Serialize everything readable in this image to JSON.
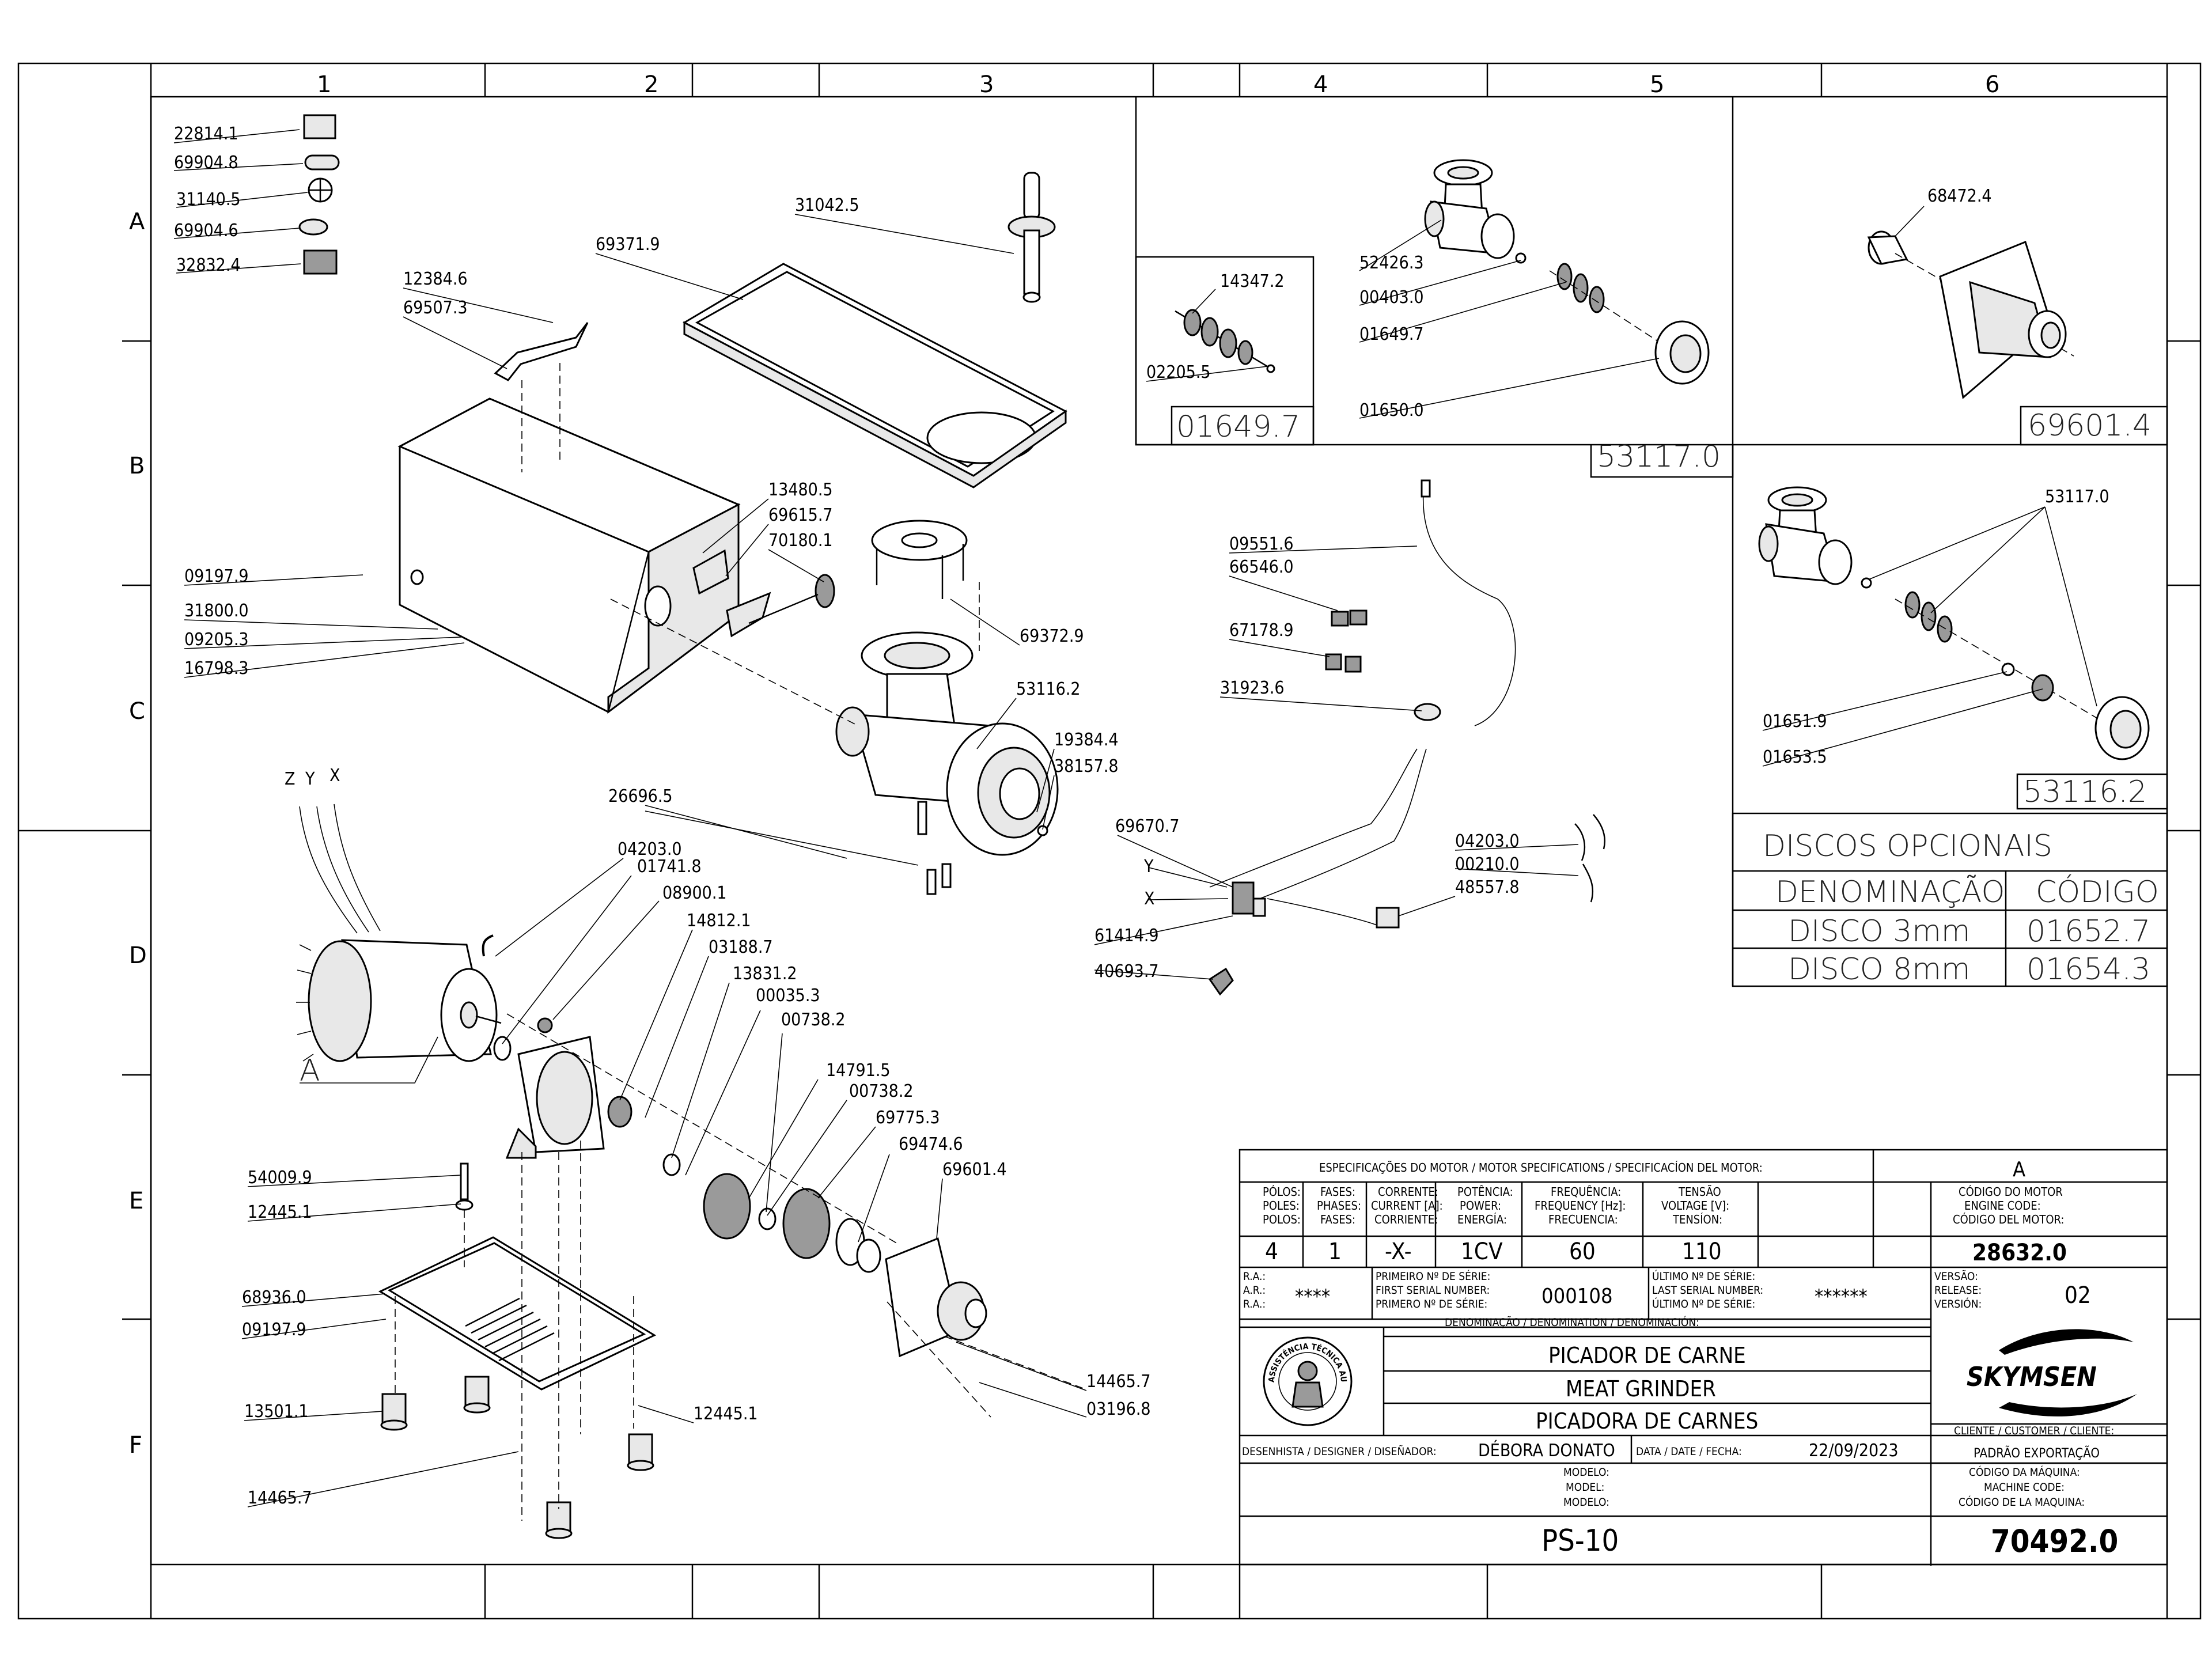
{
  "zones": {
    "cols": [
      "1",
      "2",
      "3",
      "4",
      "5",
      "6"
    ],
    "rows": [
      "A",
      "B",
      "C",
      "D",
      "E",
      "F"
    ]
  },
  "callouts": {
    "c22814_1": "22814.1",
    "c69904_8": "69904.8",
    "c31140_5": "31140.5",
    "c69904_6": "69904.6",
    "c32832_4": "32832.4",
    "c12384_6": "12384.6",
    "c69507_3": "69507.3",
    "c69371_9": "69371.9",
    "c31042_5": "31042.5",
    "c13480_5": "13480.5",
    "c69615_7": "69615.7",
    "c70180_1": "70180.1",
    "c69372_9": "69372.9",
    "c09197_9a": "09197.9",
    "c31800_0": "31800.0",
    "c09205_3": "09205.3",
    "c16798_3": "16798.3",
    "c53116_2": "53116.2",
    "c19384_4": "19384.4",
    "c38157_8": "38157.8",
    "c26696_5": "26696.5",
    "c04203_0a": "04203.0",
    "c01741_8": "01741.8",
    "c08900_1": "08900.1",
    "c14812_1": "14812.1",
    "c03188_7": "03188.7",
    "c13831_2": "13831.2",
    "c00035_3": "00035.3",
    "c00738_2a": "00738.2",
    "c14791_5": "14791.5",
    "c00738_2b": "00738.2",
    "c69775_3": "69775.3",
    "c69474_6": "69474.6",
    "c69601_4a": "69601.4",
    "c54009_9": "54009.9",
    "c12445_1a": "12445.1",
    "c68936_0": "68936.0",
    "c09197_9b": "09197.9",
    "c13501_1": "13501.1",
    "c12445_1b": "12445.1",
    "c14465_7a": "14465.7",
    "c14465_7b": "14465.7",
    "c03196_8": "03196.8",
    "c14347_2": "14347.2",
    "c02205_5": "02205.5",
    "c52426_3": "52426.3",
    "c00403_0": "00403.0",
    "c01649_7": "01649.7",
    "c01650_0": "01650.0",
    "c68472_4": "68472.4",
    "c53117_0b": "53117.0",
    "c01651_9": "01651.9",
    "c01653_5": "01653.5",
    "c09551_6": "09551.6",
    "c66546_0": "66546.0",
    "c67178_9": "67178.9",
    "c31923_6": "31923.6",
    "c69670_7": "69670.7",
    "c04203_0b": "04203.0",
    "c00210_0": "00210.0",
    "c48557_8": "48557.8",
    "c61414_9": "61414.9",
    "c40693_7": "40693.7",
    "wire_z": "Z",
    "wire_y": "Y",
    "wire_x": "X",
    "wire_y2": "Y",
    "wire_x2": "X",
    "motor_a": "A"
  },
  "detail_boxes": {
    "b01649_7": "01649.7",
    "b53117_0": "53117.0",
    "b69601_4": "69601.4",
    "b53116_2": "53116.2"
  },
  "optional_discs": {
    "title": "DISCOS OPCIONAIS",
    "col_name": "DENOMINAÇÃO",
    "col_code": "CÓDIGO",
    "rows": [
      {
        "name": "DISCO 3mm",
        "code": "01652.7"
      },
      {
        "name": "DISCO 8mm",
        "code": "01654.3"
      }
    ]
  },
  "title_block": {
    "motor_spec_header": "ESPECIFICAÇÕES DO MOTOR / MOTOR SPECIFICATIONS / SPECIFICACÍON DEL MOTOR:",
    "rev_letter": "A",
    "poles_h": [
      "PÓLOS:",
      "POLES:",
      "POLOS:"
    ],
    "phases_h": [
      "FASES:",
      "PHASES:",
      "FASES:"
    ],
    "current_h": [
      "CORRENTE:",
      "CURRENT [A]:",
      "CORRIENTE:"
    ],
    "power_h": [
      "POTÊNCIA:",
      "POWER:",
      "ENERGÍA:"
    ],
    "freq_h": [
      "FREQUÊNCIA:",
      "FREQUENCY [Hz]:",
      "FRECUENCIA:"
    ],
    "volt_h": [
      "TENSÃO",
      "VOLTAGE [V]:",
      "TENSÍON:"
    ],
    "engine_h": [
      "CÓDIGO DO MOTOR",
      "ENGINE CODE:",
      "CÓDIGO DEL MOTOR:"
    ],
    "poles": "4",
    "phases": "1",
    "current": "-X-",
    "power": "1CV",
    "freq": "60",
    "volt": "110",
    "engine_code": "28632.0",
    "ra_h": [
      "R.A.:",
      "A.R.:",
      "R.A.:"
    ],
    "ra": "****",
    "first_serial_h": [
      "PRIMEIRO Nº DE SÉRIE:",
      "FIRST SERIAL NUMBER:",
      "PRIMERO Nº DE SÉRIE:"
    ],
    "first_serial": "000108",
    "last_serial_h": [
      "ÚLTIMO Nº DE SÉRIE:",
      "LAST SERIAL NUMBER:",
      "ÚLTIMO Nº DE SÉRIE:"
    ],
    "last_serial": "******",
    "version_h": [
      "VERSÃO:",
      "RELEASE:",
      "VERSIÓN:"
    ],
    "version": "02",
    "denom_h": "DENOMINAÇÃO / DENOMINATION / DENOMINACIÓN:",
    "name_pt": "PICADOR DE CARNE",
    "name_en": "MEAT GRINDER",
    "name_es": "PICADORA DE CARNES",
    "brand": "SKYMSEN",
    "seal_text": "ASSISTÊNCIA TÉCNICA AUTORIZADA",
    "client_h": "CLIENTE / CUSTOMER / CLIENTE:",
    "client": "PADRÃO EXPORTAÇÃO",
    "designer_h": "DESENHISTA / DESIGNER / DISEÑADOR:",
    "designer": "DÉBORA DONATO",
    "date_h": "DATA / DATE / FECHA:",
    "date": "22/09/2023",
    "model_h": [
      "MODELO:",
      "MODEL:",
      "MODELO:"
    ],
    "model": "PS-10",
    "machine_h": [
      "CÓDIGO DA MÁQUINA:",
      "MACHINE CODE:",
      "CÓDIGO DE LA MAQUINA:"
    ],
    "machine_code": "70492.0"
  }
}
